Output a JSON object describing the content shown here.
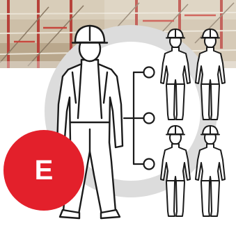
{
  "badge": {
    "letter": "E",
    "color": "#e3202b"
  },
  "colors": {
    "circle": "#dcdcdc",
    "outline": "#1a1a1a",
    "figure_fill": "#ffffff",
    "photo_tones": [
      "#c9b9a0",
      "#b7423a",
      "#e0d7c7",
      "#7a6a58"
    ]
  },
  "illustration": {
    "icons": [
      "scaffolding-photo",
      "supervisor-icon",
      "worker-icon",
      "org-connector-icon"
    ],
    "worker_count": 4
  }
}
